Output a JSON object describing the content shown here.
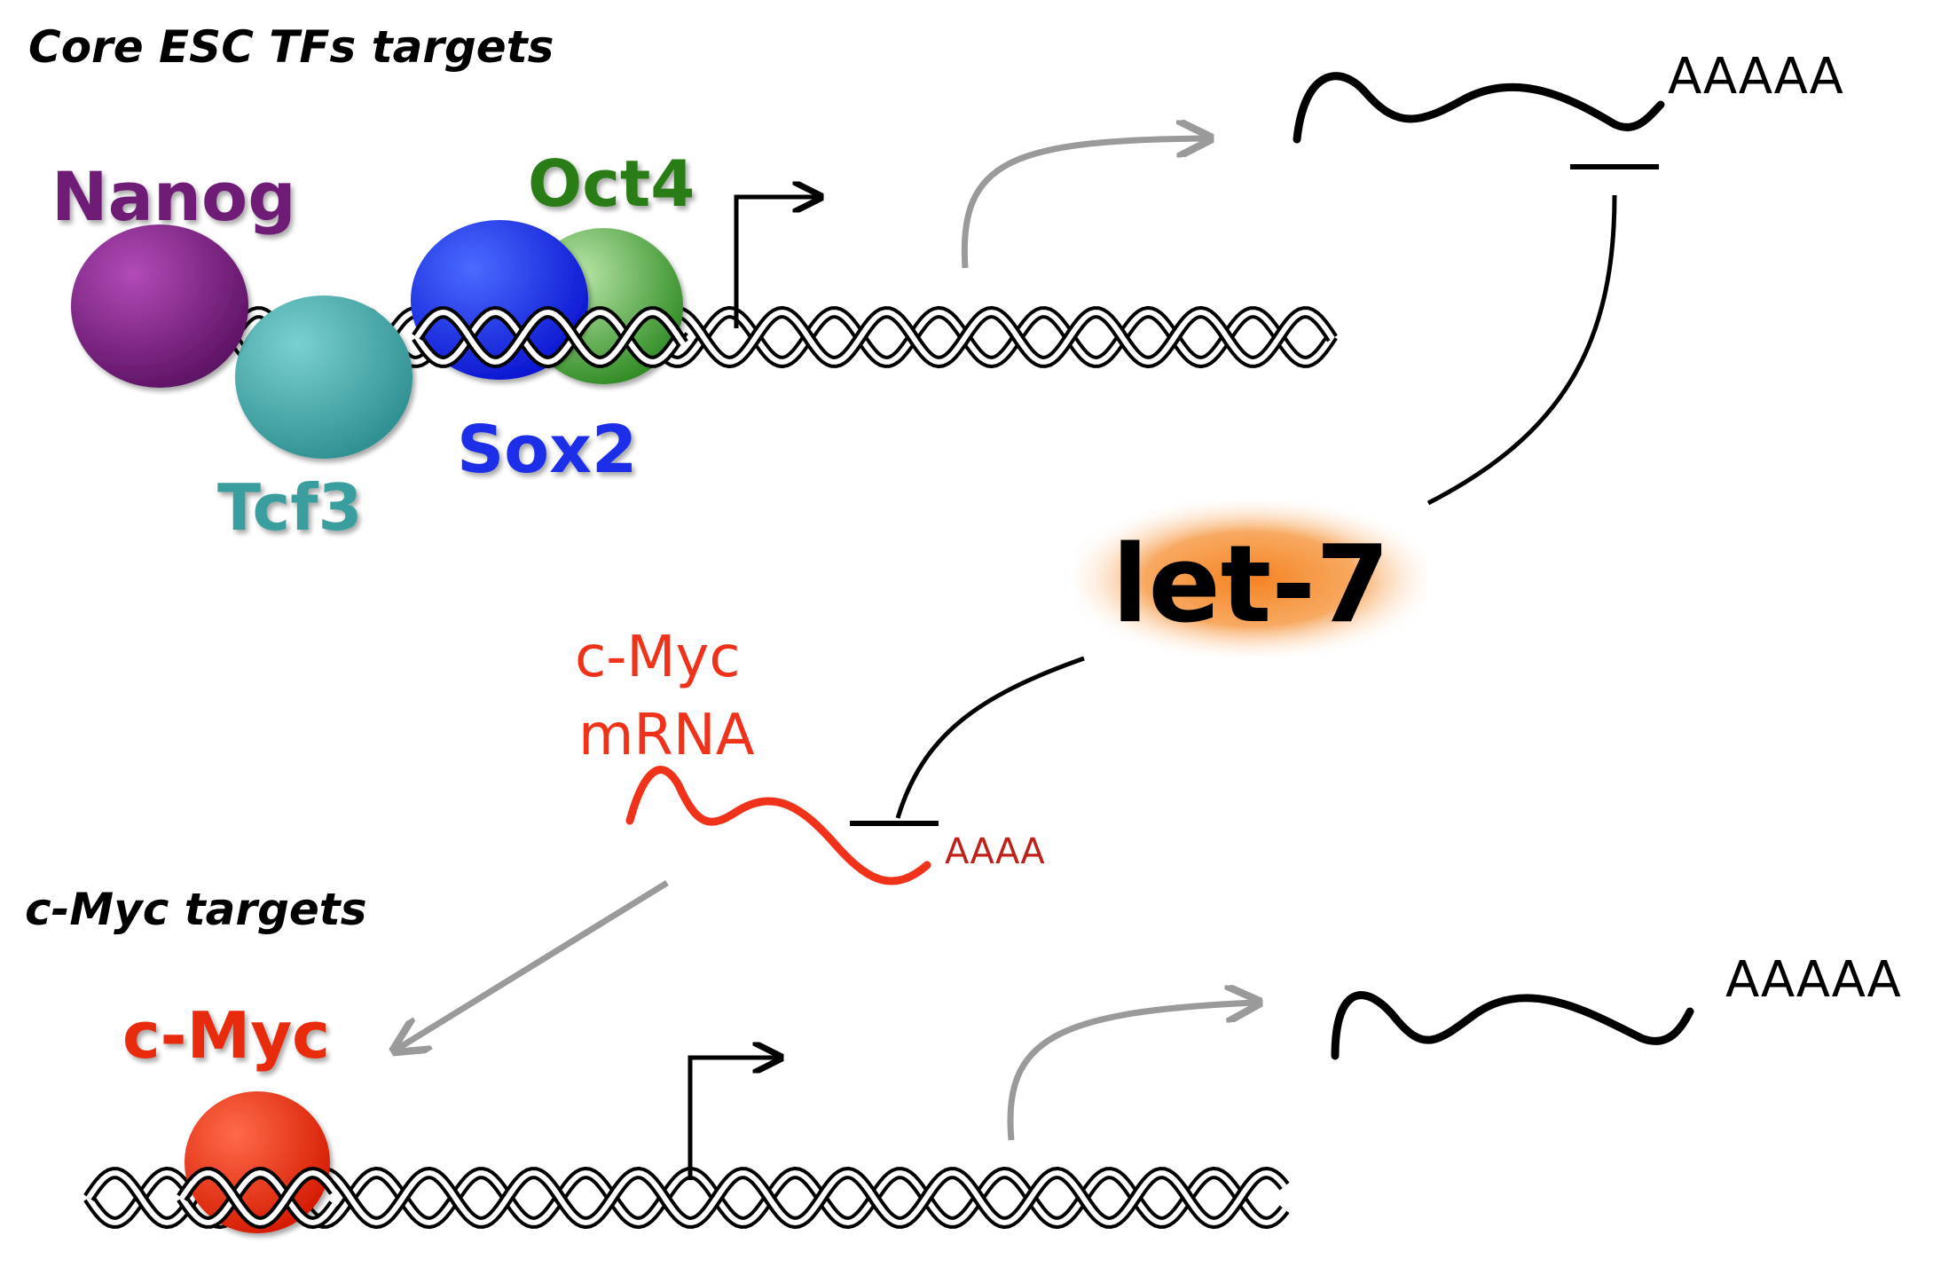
{
  "section_top": {
    "title": "Core ESC TFs targets"
  },
  "section_bottom": {
    "title": "c-Myc targets"
  },
  "factors": {
    "nanog": {
      "label": "Nanog",
      "color": "#6e1a76"
    },
    "tcf3": {
      "label": "Tcf3",
      "color": "#3a9e9e"
    },
    "sox2": {
      "label": "Sox2",
      "color": "#1a2ee8"
    },
    "oct4": {
      "label": "Oct4",
      "color": "#2a7d16"
    },
    "cmyc_protein": {
      "label": "c-Myc",
      "color": "#e82a10"
    }
  },
  "mirna": {
    "label": "let-7",
    "glow_color": "#f58220"
  },
  "cmyc_mrna": {
    "label_line1": "c-Myc",
    "label_line2": "mRNA",
    "polya": "AAAA",
    "color": "#f0321a"
  },
  "top_transcript": {
    "polya": "AAAAA"
  },
  "bottom_transcript": {
    "polya": "AAAAA"
  },
  "colors": {
    "dna": "#000000",
    "activation_arrow": "#9a9a9a",
    "inhibition": "#000000"
  }
}
